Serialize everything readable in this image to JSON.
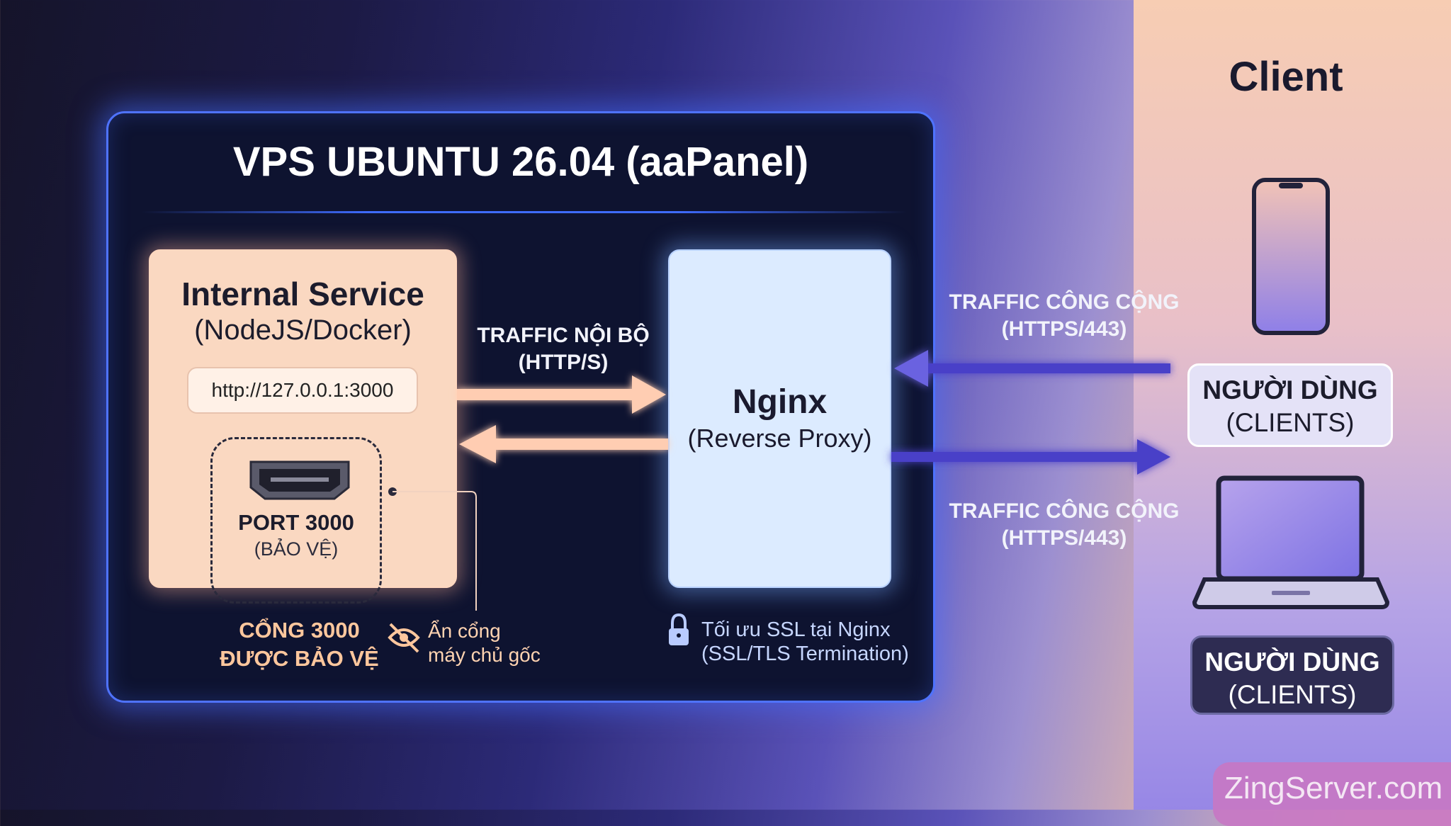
{
  "client_panel": {
    "title": "Client"
  },
  "vps": {
    "title": "VPS UBUNTU 26.04 (aaPanel)"
  },
  "internal_service": {
    "title": "Internal Service",
    "subtitle": "(NodeJS/Docker)",
    "url": "http://127.0.0.1:3000",
    "port_title": "PORT 3000",
    "port_subtitle": "(BẢO VỆ)"
  },
  "nginx": {
    "title": "Nginx",
    "subtitle": "(Reverse Proxy)"
  },
  "internal_traffic": {
    "line1": "TRAFFIC NỘI BỘ",
    "line2": "(HTTP/S)"
  },
  "public_traffic_top": {
    "line1": "TRAFFIC CÔNG CỘNG",
    "line2": "(HTTPS/443)"
  },
  "public_traffic_bottom": {
    "line1": "TRAFFIC CÔNG CỘNG",
    "line2": "(HTTPS/443)"
  },
  "protected_port": {
    "line1": "CỔNG 3000",
    "line2": "ĐƯỢC BẢO VỆ"
  },
  "hide_port": {
    "line1": "Ẩn cổng",
    "line2": "máy chủ gốc"
  },
  "ssl_note": {
    "line1": "Tối ưu SSL tại Nginx",
    "line2": "(SSL/TLS Termination)"
  },
  "clients_top": {
    "title": "NGƯỜI DÙNG",
    "subtitle": "(CLIENTS)"
  },
  "clients_bottom": {
    "title": "NGƯỜI DÙNG",
    "subtitle": "(CLIENTS)"
  },
  "watermark": {
    "text": "ZingServer.com"
  },
  "icons": [
    "hdmi-port-icon",
    "eye-off-icon",
    "lock-icon",
    "smartphone-icon",
    "laptop-icon"
  ],
  "colors": {
    "vps_border": "#4f73ff",
    "internal_box": "#fad8c1",
    "nginx_box": "#dcebff",
    "internal_arrow": "#ffcdb2",
    "public_arrow": "#4a3fc8",
    "protected_label": "#ffc79d"
  }
}
